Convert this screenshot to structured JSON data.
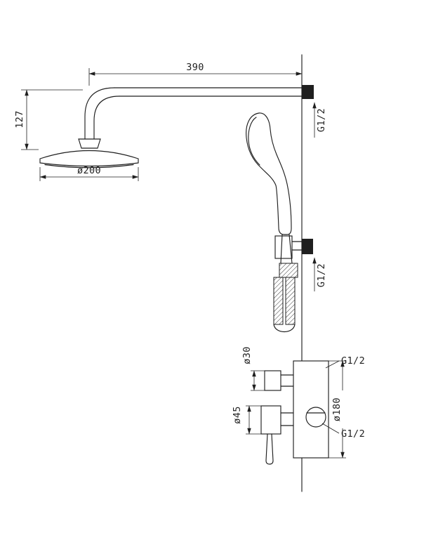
{
  "drawing": {
    "labels": {
      "arm_length": "390",
      "drop_height": "127",
      "head_diameter": "ø200",
      "wall_outlet_thread": "G1/2",
      "holder_outlet_thread": "G1/2",
      "knob_diameter": "ø30",
      "handle_base_diameter": "ø45",
      "plate_diameter": "ø180",
      "mixer_top_thread": "G1/2",
      "mixer_bottom_thread": "G1/2"
    }
  }
}
